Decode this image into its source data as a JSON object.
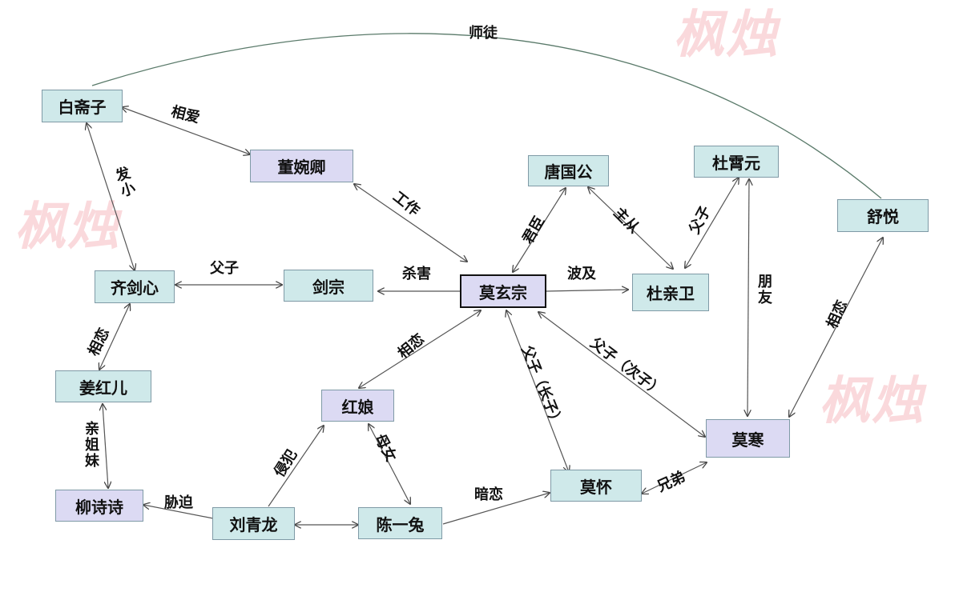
{
  "nodes": {
    "bai": "白斋子",
    "dong": "董婉卿",
    "tang": "唐国公",
    "duxiao": "杜霄元",
    "shu": "舒悦",
    "qi": "齐剑心",
    "jianzong": "剑宗",
    "mo": "莫玄宗",
    "duqin": "杜亲卫",
    "jiang": "姜红儿",
    "hongniang": "红娘",
    "mohan": "莫寒",
    "mohuai": "莫怀",
    "liu": "柳诗诗",
    "liuqing": "刘青龙",
    "chen": "陈一兔"
  },
  "relations": {
    "shitu": "师徒",
    "xiangai": "相爱",
    "faxiao": "发小",
    "gongzuo": "工作",
    "junchen": "君臣",
    "zhucong": "主从",
    "fuzi_du": "父子",
    "fuzi_qi": "父子",
    "shahai": "杀害",
    "boji": "波及",
    "pengyou": "朋友",
    "xianglian_shu": "相恋",
    "xianglian_jiang": "相恋",
    "xianglian_hong": "相恋",
    "fuzi_zhang": "父子（长子）",
    "fuzi_ci": "父子（次子）",
    "qinjiemei": "亲姐妹",
    "qinfan": "侵犯",
    "munv": "母女",
    "xiongdi": "兄弟",
    "xiepo": "胁迫",
    "anlian": "暗恋"
  },
  "watermark": "枫烛",
  "colors": {
    "teal_fill": "#cfe9ea",
    "lavender_fill": "#dcdaf3",
    "node_border": "#7f9aa6",
    "edge": "#555555",
    "watermark": "#f0828c"
  }
}
